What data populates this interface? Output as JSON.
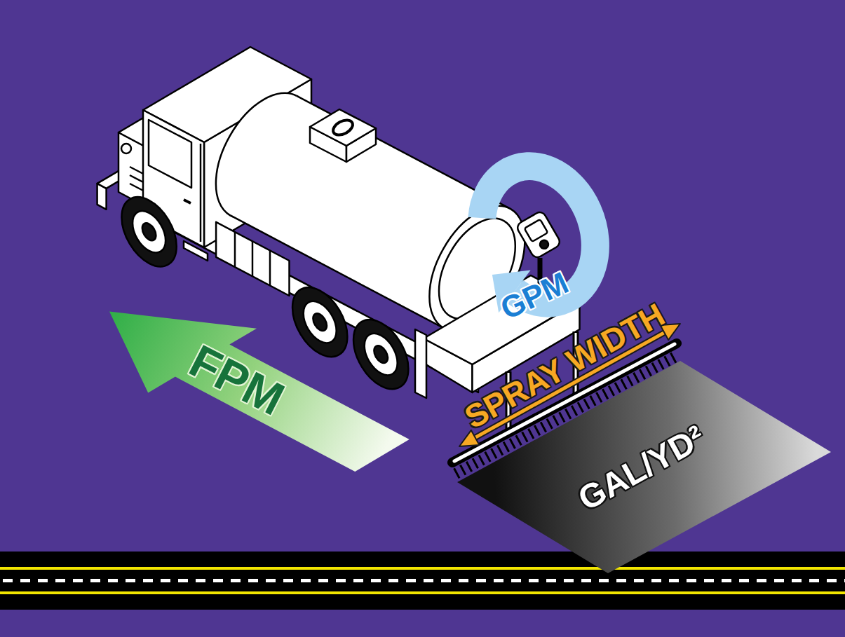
{
  "diagram": {
    "nodes": [
      {
        "text": [
          "GPM"
        ]
      },
      {
        "text": [
          "FPM"
        ]
      },
      {
        "text": [
          "GAL/YD²"
        ]
      }
    ],
    "labels": [
      "SPRAY WIDTH"
    ]
  }
}
